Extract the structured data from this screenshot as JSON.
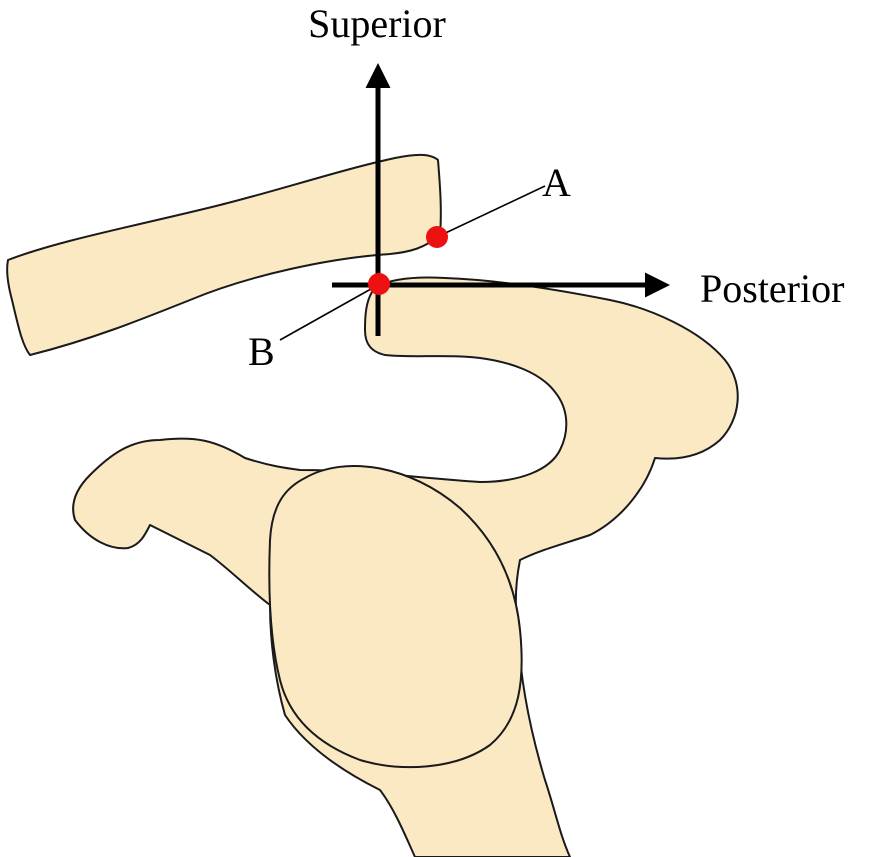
{
  "labels": {
    "superior": "Superior",
    "posterior": "Posterior",
    "point_a": "A",
    "point_b": "B"
  },
  "colors": {
    "bone": "#fbe9c4",
    "marker": "#ee1111",
    "outline": "#1a1a1a",
    "axis": "#000000"
  }
}
